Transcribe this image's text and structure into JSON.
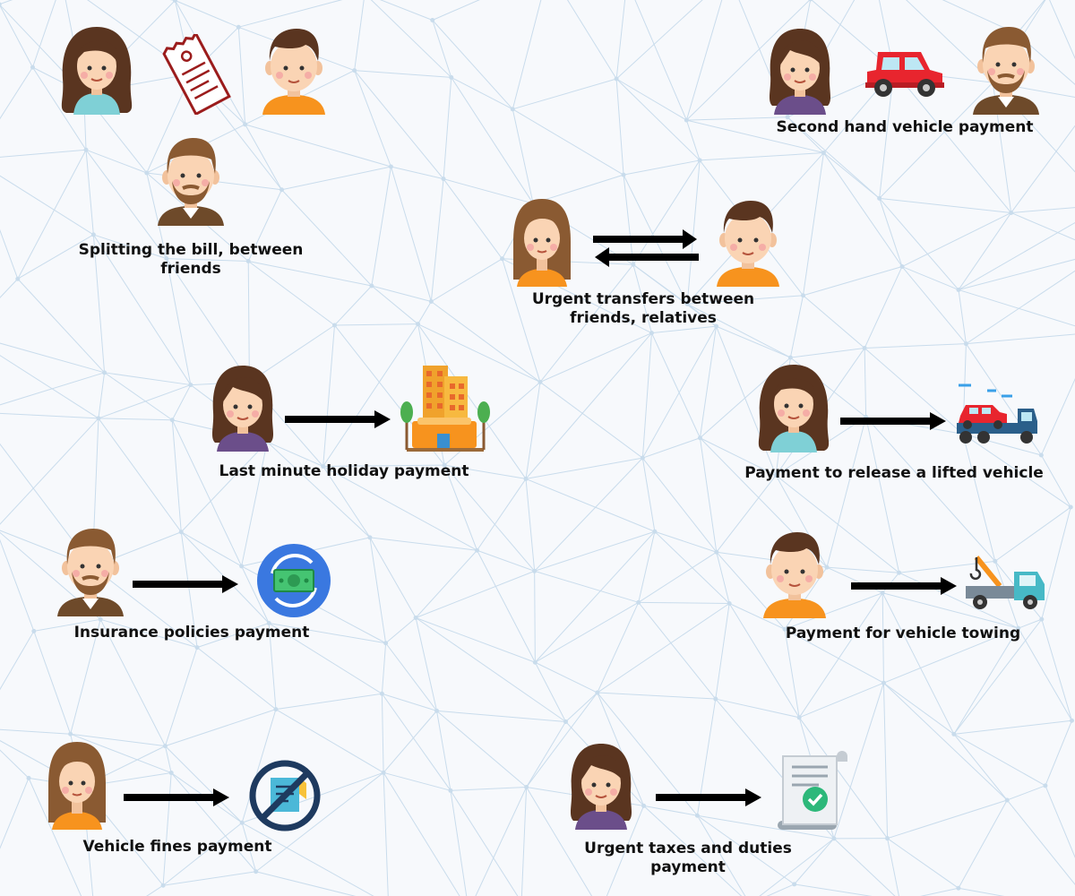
{
  "colors": {
    "background": "#f7f9fc",
    "network_lines": "#c9dcec",
    "arrow": "#000000",
    "skin": "#fad4b4",
    "hair_brown": "#5a3520",
    "hair_light": "#8a5a32",
    "shirt_orange": "#f7931e",
    "shirt_purple": "#6b4e8a",
    "shirt_teal": "#7fd0d6",
    "car_red": "#e8252e",
    "truck_blue": "#2b5f8a",
    "coin_blue": "#3a78e0",
    "check_green": "#2db87a"
  },
  "scenarios": [
    {
      "label": "Splitting the bill, between",
      "label2": "friends",
      "icons": [
        "woman-avatar-icon",
        "bill-receipt-icon",
        "man-avatar-icon",
        "bearded-man-avatar-icon"
      ]
    },
    {
      "label": "Second hand vehicle payment",
      "icons": [
        "woman-avatar-icon",
        "red-car-icon",
        "bearded-man-avatar-icon"
      ]
    },
    {
      "label": "Urgent transfers between",
      "label2": "friends, relatives",
      "icons": [
        "woman-avatar-icon",
        "two-way-arrows-icon",
        "man-avatar-icon"
      ]
    },
    {
      "label": "Last minute holiday payment",
      "icons": [
        "woman-avatar-icon",
        "arrow-icon",
        "hotel-icon"
      ]
    },
    {
      "label": "Payment to release a lifted vehicle",
      "icons": [
        "woman-avatar-icon",
        "arrow-icon",
        "car-on-truck-icon"
      ]
    },
    {
      "label": "Insurance policies payment",
      "icons": [
        "bearded-man-avatar-icon",
        "arrow-icon",
        "money-exchange-icon"
      ]
    },
    {
      "label": "Payment for vehicle towing",
      "icons": [
        "man-avatar-icon",
        "arrow-icon",
        "tow-truck-icon"
      ]
    },
    {
      "label": "Vehicle fines payment",
      "icons": [
        "woman-avatar-icon",
        "arrow-icon",
        "no-fines-icon"
      ]
    },
    {
      "label": "Urgent taxes and duties",
      "label2": "payment",
      "icons": [
        "woman-avatar-icon",
        "arrow-icon",
        "approved-document-icon"
      ]
    }
  ]
}
